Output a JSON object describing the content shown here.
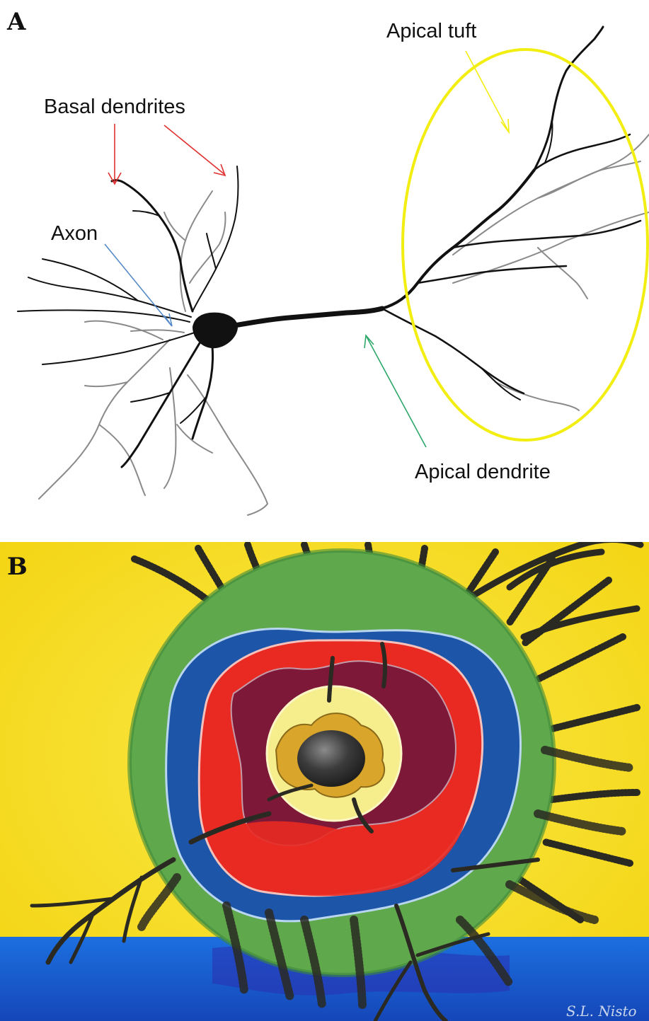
{
  "panel_a": {
    "letter": "A",
    "labels": {
      "basal_dendrites": "Basal dendrites",
      "axon": "Axon",
      "apical_tuft": "Apical tuft",
      "apical_dendrite": "Apical dendrite"
    },
    "colors": {
      "basal_arrows": "#e03030",
      "axon_arrow": "#4f86c6",
      "tuft_ellipse": "#f2ee12",
      "tuft_arrow": "#f2ee12",
      "apical_arrow": "#2ea86a",
      "neuron_dark": "#111111",
      "neuron_light": "#8a8a8a"
    }
  },
  "panel_b": {
    "letter": "B",
    "signature": "S.L. Nisto",
    "colors": {
      "background": "#f7df1e",
      "water": "#1f5fd6",
      "outer_ring": "#5fa84c",
      "blue_ring": "#1d55a8",
      "red_layer": "#e82a22",
      "maroon_layer": "#7e1838",
      "nucleus_halo": "#f6ee8c",
      "nucleus": "#3a3a3a",
      "dendrites": "#2a2a22"
    }
  }
}
